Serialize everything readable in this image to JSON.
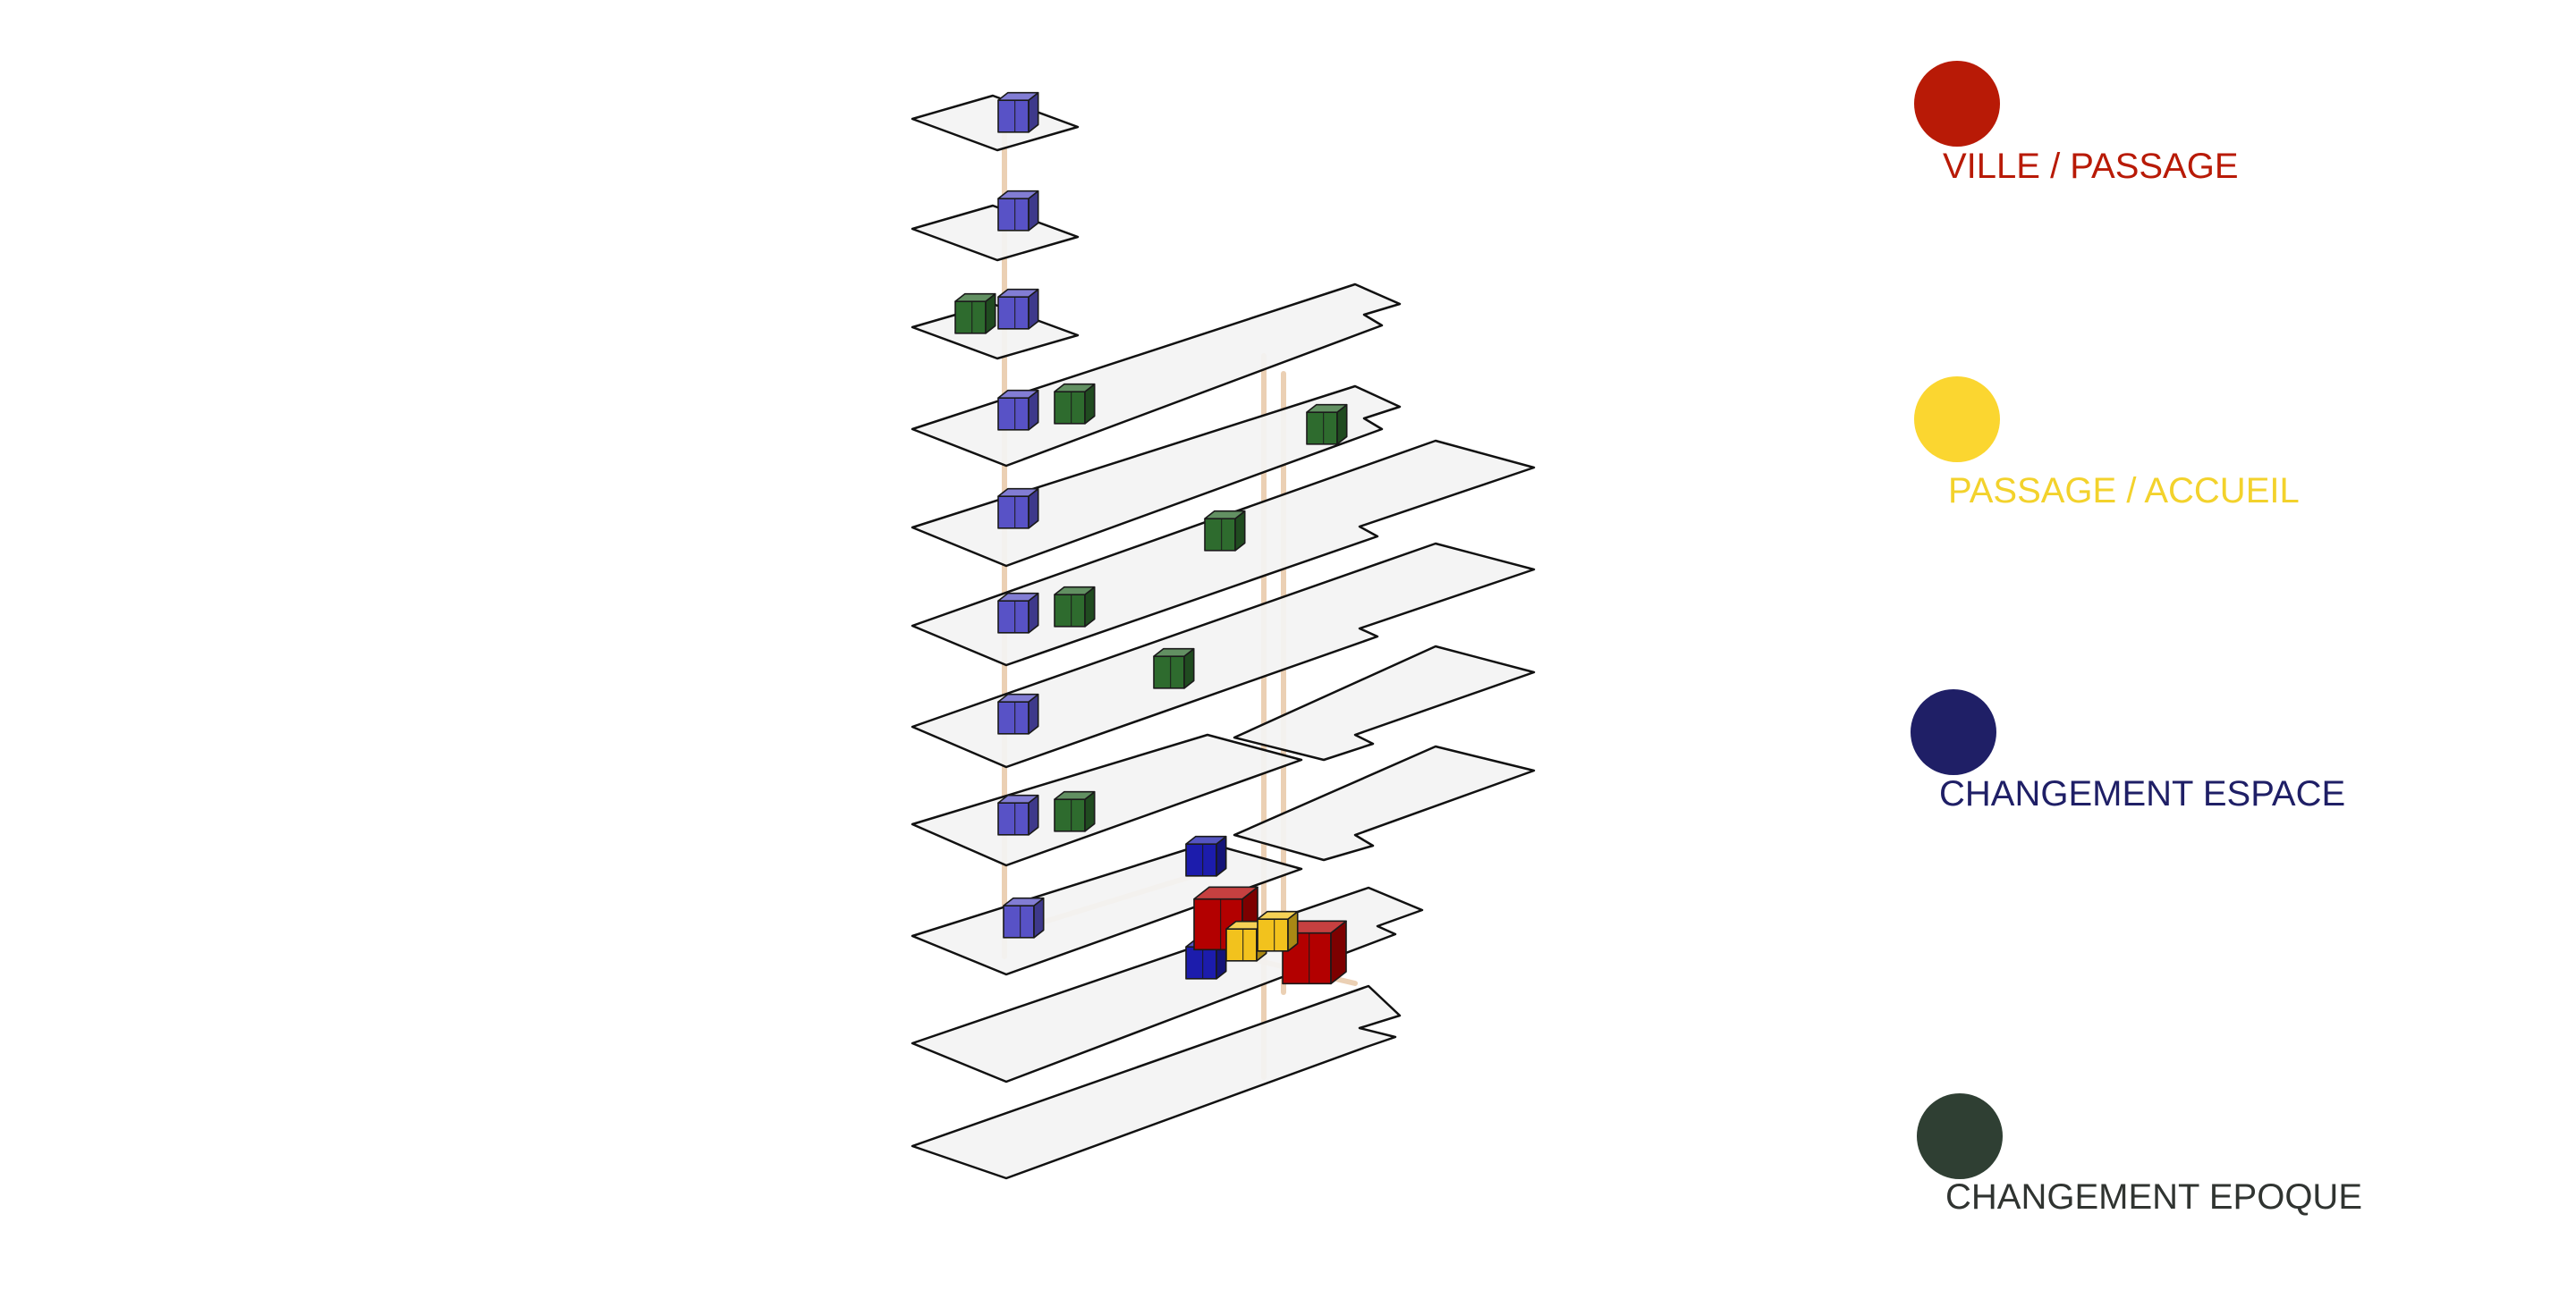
{
  "legend": [
    {
      "id": "ville",
      "label": "VILLE / PASSAGE",
      "dot_color": "#b81a06",
      "text_color": "#b81a06"
    },
    {
      "id": "passage",
      "label": "PASSAGE / ACCUEIL",
      "dot_color": "#fbd630",
      "text_color": "#f3d22c"
    },
    {
      "id": "espace",
      "label": "CHANGEMENT ESPACE",
      "dot_color": "#1f1f66",
      "text_color": "#1f1f66"
    },
    {
      "id": "epoque",
      "label": "CHANGEMENT EPOQUE",
      "dot_color": "#2f3f33",
      "text_color": "#303431"
    }
  ],
  "palette": {
    "plate_fill": "#f3f3f3",
    "plate_stroke": "#111111",
    "connector": "#e8c8a8",
    "cube_blue": "#5852c6",
    "cube_dark_blue": "#1c1cac",
    "cube_green": "#2e6b2e",
    "cube_red": "#b30000",
    "cube_yellow": "#f2c21d"
  }
}
